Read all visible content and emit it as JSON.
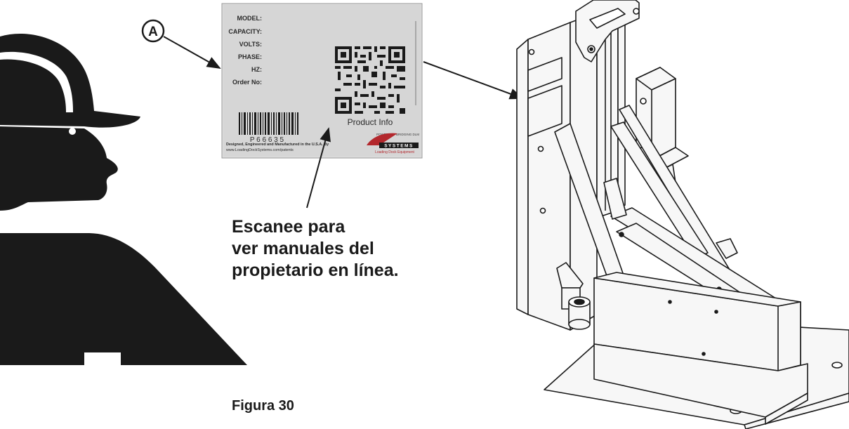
{
  "callout": {
    "letter": "A"
  },
  "label": {
    "fields": [
      "MODEL:",
      "CAPACITY:",
      "VOLTS:",
      "PHASE:",
      "HZ:",
      "Order No:"
    ],
    "barcode_number": "P 6 6 6 3 5",
    "qr_caption": "Product Info",
    "footer_line1": "Designed, Engineered and Manufactured in the U.S.A. By",
    "footer_line2": "www.LoadingDockSystems.com/patents",
    "brand_tagline": "POWERAMP BRIDGING DLM",
    "brand_name": "SYSTEMS",
    "brand_sub": "Loading Dock Equipment"
  },
  "caption": {
    "lines": [
      "Escanee para",
      "ver manuales del",
      "propietario en línea."
    ]
  },
  "figure_label": "Figura 30",
  "colors": {
    "ink": "#1a1a1a",
    "label_background": "#dcdcdc",
    "brand_red": "#b3282d",
    "metal_fill": "#f7f7f7"
  }
}
